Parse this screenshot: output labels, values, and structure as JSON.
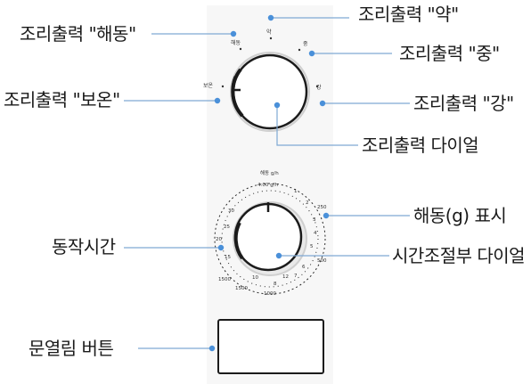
{
  "callouts": {
    "power_low": "조리출력 \"약\"",
    "power_defrost": "조리출력 \"해동\"",
    "power_medium": "조리출력 \"중\"",
    "power_warm": "조리출력 \"보온\"",
    "power_high": "조리출력 \"강\"",
    "power_dial": "조리출력 다이얼",
    "defrost_weight": "해동(g) 표시",
    "cook_time": "동작시간",
    "timer_dial": "시간조절부 다이얼",
    "door_button": "문열림 버튼"
  },
  "dial_marks": {
    "power_top": "약",
    "power_upper_left": "해동",
    "power_upper_right": "중",
    "power_left": "보온",
    "power_right": "강"
  },
  "timer_marks": {
    "top_label": "해동 g/h",
    "upper_label": "4:00 g/h",
    "right_label": "250",
    "lower_right_label": "500",
    "bottom_label": "1000",
    "left_low": "15",
    "left_mid": "20",
    "left_upper": "25",
    "left_top": "30",
    "left_bottom": "1500",
    "left_bottom2": "1500",
    "ticks_right": [
      "1",
      "2",
      "3",
      "4",
      "5",
      "6",
      "7",
      "8"
    ],
    "ticks_bottom": [
      "10",
      "12"
    ]
  },
  "colors": {
    "leader": "#7fa9d4",
    "dot": "#4a90d9",
    "knob_edge": "#1b1b1b"
  }
}
